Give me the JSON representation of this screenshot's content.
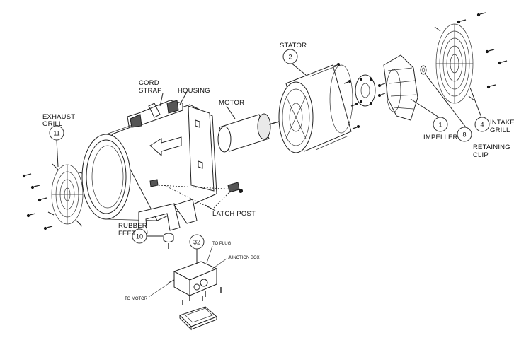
{
  "labels": {
    "stator": "STATOR",
    "cord_strap": [
      "CORD",
      "STRAP"
    ],
    "housing": "HOUSING",
    "motor": "MOTOR",
    "exhaust_grill": [
      "EXHAUST",
      "GRILL"
    ],
    "impeller": "IMPELLER",
    "intake_grill": [
      "INTAKE",
      "GRILL"
    ],
    "retaining_clip": [
      "RETAINING",
      "CLIP"
    ],
    "latch_post": "LATCH POST",
    "rubber_feet": [
      "RUBBER",
      "FEET"
    ],
    "to_plug": "TO PLUG",
    "junction_box": "JUNCTION BOX",
    "to_motor": "TO MOTOR"
  },
  "callouts": {
    "stator": "2",
    "exhaust_grill": "11",
    "impeller": "1",
    "retaining_clip": "8",
    "intake_grill": "4",
    "rubber_feet": "10",
    "junction_box": "32"
  }
}
